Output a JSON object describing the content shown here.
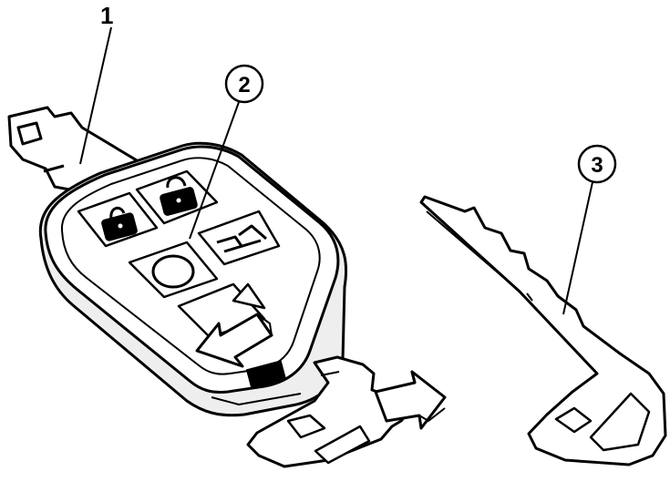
{
  "callouts": [
    {
      "label": "1",
      "part": "remote-key-blade"
    },
    {
      "label": "2",
      "part": "release-button"
    },
    {
      "label": "3",
      "part": "detachable-key-blade"
    }
  ],
  "colors": {
    "ink": "#000000",
    "paper": "#ffffff",
    "shade": "#eeeeee",
    "button": "#000000"
  },
  "icons": [
    "lock-icon",
    "unlock-icon",
    "trunk-icon",
    "panic-circle-icon",
    "arrow-triangle-icon",
    "release-arrow-icon",
    "pull-arrow-icon"
  ]
}
